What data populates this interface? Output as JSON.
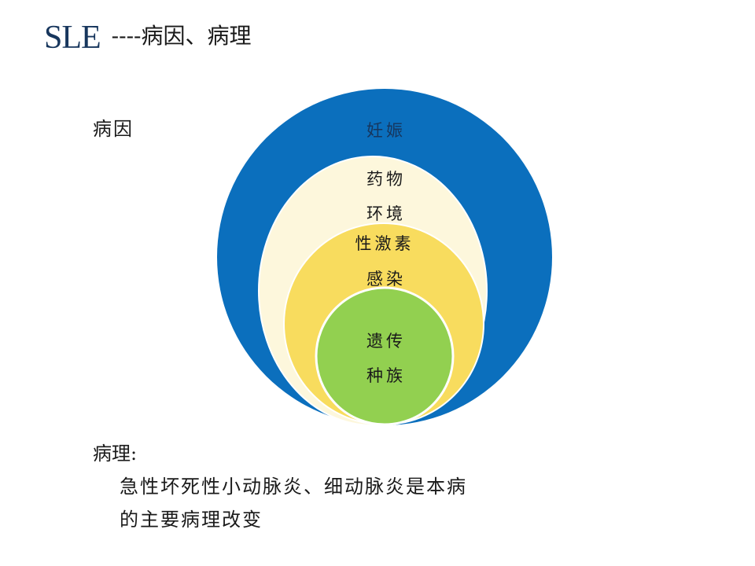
{
  "header": {
    "title": "SLE",
    "subtitle": "----病因、病理"
  },
  "etiology": {
    "label": "病因",
    "rings": [
      {
        "name": "outer",
        "color": "#0b6fbd",
        "lines": [
          "妊娠"
        ]
      },
      {
        "name": "second",
        "color": "#fdf7dc",
        "lines": [
          "药物",
          "环境"
        ]
      },
      {
        "name": "third",
        "color": "#f8dc5e",
        "lines": [
          "性激素",
          "感染"
        ]
      },
      {
        "name": "core",
        "color": "#92d050",
        "lines": [
          "遗传",
          "种族"
        ]
      }
    ]
  },
  "pathology": {
    "label": "病理:",
    "line1": "急性坏死性小动脉炎、细动脉炎是本病",
    "line2": "的主要病理改变"
  }
}
